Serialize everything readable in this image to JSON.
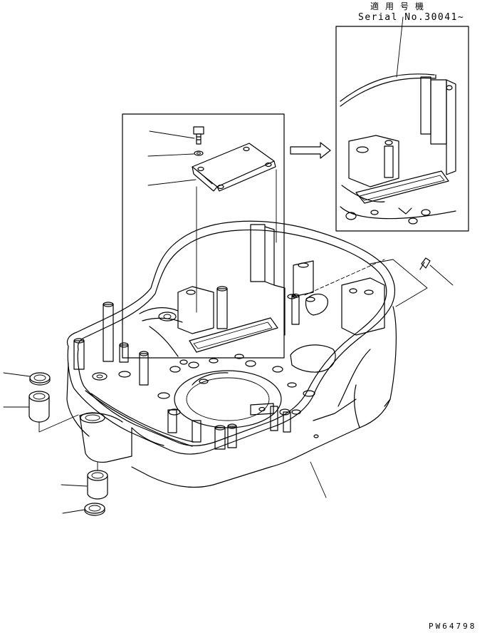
{
  "header": {
    "applicable_machines": "適用号機",
    "serial_number": "Serial No.30041~"
  },
  "footer": {
    "drawing_code": "PW64798"
  }
}
